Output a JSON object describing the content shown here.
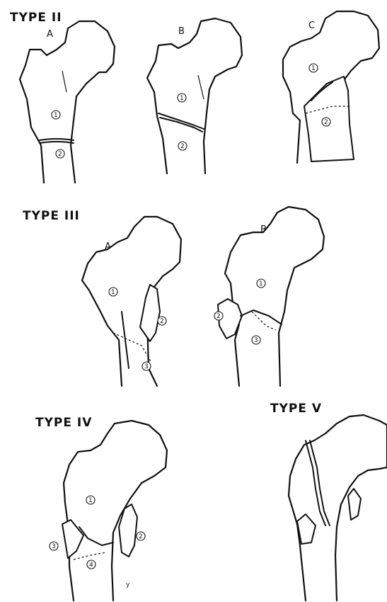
{
  "types": {
    "ii": {
      "title": "TYPE II",
      "panels": [
        "A",
        "B",
        "C"
      ]
    },
    "iii": {
      "title": "TYPE III",
      "panels": [
        "A",
        "B"
      ]
    },
    "iv": {
      "title": "TYPE IV"
    },
    "v": {
      "title": "TYPE V"
    }
  },
  "fragment_numbers": {
    "one": "1",
    "two": "2",
    "three": "3",
    "four": "4"
  },
  "stray_mark": "y"
}
